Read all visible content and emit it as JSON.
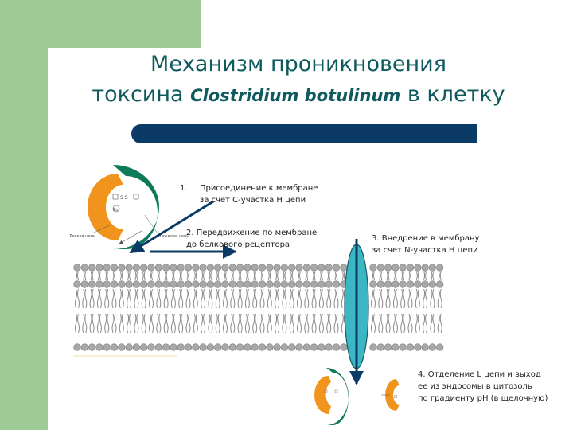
{
  "slide": {
    "title_line1": "Механизм проникновения",
    "title_line2_pre": "токсина",
    "title_species": "Clostridium botulinum",
    "title_line2_post": "в клетку"
  },
  "steps": {
    "step1_number": "1.",
    "step1_line1": "Присоединение к мембране",
    "step1_line2": "за счет С-участка Н цепи",
    "step2_line1": "2. Передвижение по мембране",
    "step2_line2": "до белкового рецептора",
    "step3_line1": "3. Внедрение в мембрану",
    "step3_line2": "за счет N-участка Н цепи",
    "step4_line1": "4. Отделение L цепи и выход",
    "step4_line2": "ее из эндосомы в цитозоль",
    "step4_line3": "по градиенту рН (в щелочную)"
  },
  "toxin_labels": {
    "bond": "S S",
    "zinc": "Zn",
    "light_chain": "Легкая цепь",
    "heavy_chain": "Тяжелая цепь"
  },
  "colors": {
    "heavy_chain": "#0d7a5a",
    "light_chain": "#f0941e",
    "channel": "#3bb7c4",
    "arrow": "#0c3a66",
    "title": "#0f5a5e"
  }
}
